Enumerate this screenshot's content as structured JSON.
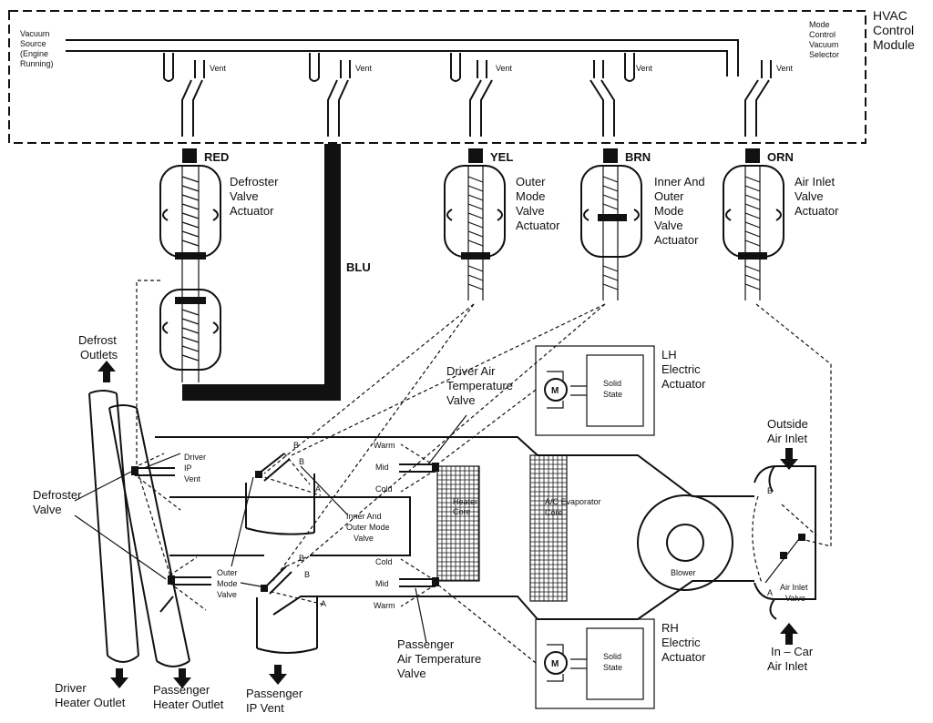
{
  "control_module": {
    "title_lines": [
      "HVAC",
      "Control",
      "Module"
    ],
    "vacuum_source_lines": [
      "Vacuum",
      "Source",
      "(Engine",
      "Running)"
    ],
    "selector_lines": [
      "Mode",
      "Control",
      "Vacuum",
      "Selector"
    ],
    "vent_label": "Vent"
  },
  "hoses": {
    "red": "RED",
    "blu": "BLU",
    "yel": "YEL",
    "brn": "BRN",
    "orn": "ORN"
  },
  "actuators": {
    "defroster": [
      "Defroster",
      "Valve",
      "Actuator"
    ],
    "outer_mode": [
      "Outer",
      "Mode",
      "Valve",
      "Actuator"
    ],
    "inner_outer": [
      "Inner And",
      "Outer",
      "Mode",
      "Valve",
      "Actuator"
    ],
    "air_inlet": [
      "Air Inlet",
      "Valve",
      "Actuator"
    ],
    "lh_electric": [
      "LH",
      "Electric",
      "Actuator"
    ],
    "rh_electric": [
      "RH",
      "Electric",
      "Actuator"
    ],
    "motor_symbol": "M",
    "solid_state_lines": [
      "Solid",
      "State"
    ]
  },
  "air_path": {
    "defrost_outlets": [
      "Defrost",
      "Outlets"
    ],
    "driver_ip_vent": [
      "Driver",
      "IP",
      "Vent"
    ],
    "defroster_valve": [
      "Defroster",
      "Valve"
    ],
    "driver_air_temp_valve": [
      "Driver Air",
      "Temperature",
      "Valve"
    ],
    "inner_outer_valve": [
      "Inner And",
      "Outer Mode",
      "Valve"
    ],
    "outer_mode_valve": [
      "Outer",
      "Mode",
      "Valve"
    ],
    "heater_core": [
      "Heater",
      "Core"
    ],
    "ac_evaporator": [
      "A/C Evaporator",
      "Core"
    ],
    "blower": "Blower",
    "outside_air_inlet": [
      "Outside",
      "Air Inlet"
    ],
    "in_car_air_inlet": [
      "In – Car",
      "Air Inlet"
    ],
    "air_inlet_valve": [
      "Air Inlet",
      "Valve"
    ],
    "passenger_air_temp_valve": [
      "Passenger",
      "Air Temperature",
      "Valve"
    ],
    "driver_heater_outlet": [
      "Driver",
      "Heater Outlet"
    ],
    "passenger_heater_outlet": [
      "Passenger",
      "Heater Outlet"
    ],
    "passenger_ip_vent": [
      "Passenger",
      "IP Vent"
    ],
    "temp_positions": {
      "warm": "Warm",
      "mid": "Mid",
      "cold": "Cold"
    },
    "pos_a": "A",
    "pos_b": "B"
  }
}
